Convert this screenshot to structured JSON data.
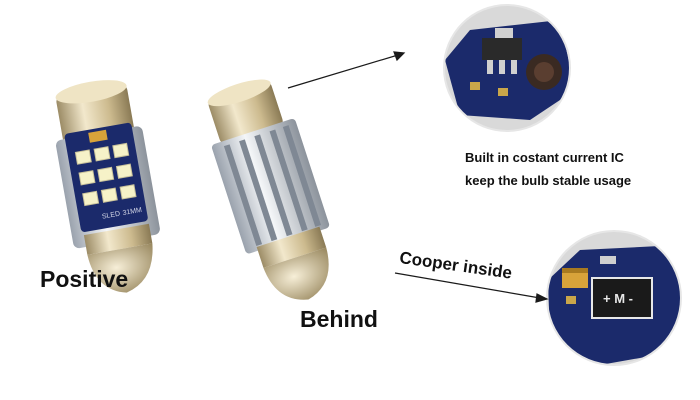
{
  "labels": {
    "positive": "Positive",
    "behind": "Behind",
    "ic_line1": "Built in costant current IC",
    "ic_line2": "keep the bulb stable usage",
    "cooper": "Cooper inside"
  },
  "pcb_marks": {
    "size": "31MM",
    "chip": "SLED",
    "circuit_signs": "+ M -"
  },
  "colors": {
    "background": "#ffffff",
    "pcb": "#1b2a6b",
    "metal_cap": "#d8c9a0",
    "heatsink": "#d9dde3",
    "led_chip": "#f6f2c8",
    "resistor": "#d8a33a",
    "text": "#111111"
  }
}
